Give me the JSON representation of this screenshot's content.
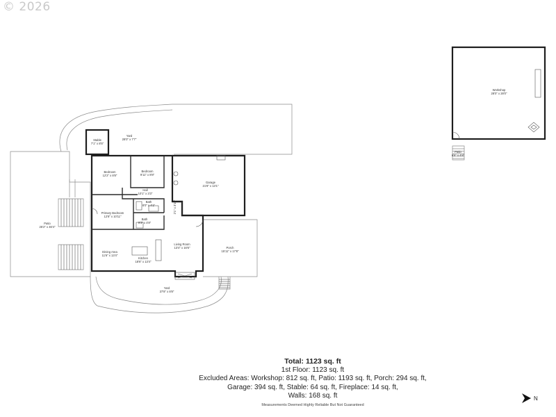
{
  "copyright": "© 2026",
  "rooms": [
    {
      "name": "Stable",
      "dims": "7'1\" x 8'5\""
    },
    {
      "name": "Yard",
      "dims": "28'0\" x 7'7\""
    },
    {
      "name": "Bedroom",
      "dims": "12'2\" x 8'8\""
    },
    {
      "name": "Bedroom",
      "dims": "9'11\" x 8'8\""
    },
    {
      "name": "Hall",
      "dims": "10'1\" x 3'3\""
    },
    {
      "name": "Garage",
      "dims": "21'8\" x 13'1\""
    },
    {
      "name": "Bath",
      "dims": "8'0\" x 4'1\""
    },
    {
      "name": "Primary Bedroom",
      "dims": "12'8\" x 10'11\""
    },
    {
      "name": "Bath",
      "dims": "9'3\" x 4'8\""
    },
    {
      "name": "Patio",
      "dims": "25'2\" x 46'4\""
    },
    {
      "name": "Dining Area",
      "dims": "11'6\" x 13'4\""
    },
    {
      "name": "Kitchen",
      "dims": "18'6\" x 13'4\""
    },
    {
      "name": "Living Room",
      "dims": "13'4\" x 16'6\""
    },
    {
      "name": "Porch",
      "dims": "15'11\" x 17'8\""
    },
    {
      "name": "Yard",
      "dims": "37'8\" x 8'8\""
    },
    {
      "name": "Workshop",
      "dims": "28'0\" x 28'0\""
    },
    {
      "name": "Patio",
      "dims": "6'5\" x 4'8\""
    }
  ],
  "closet_label": "2'1\" x 3'10\"",
  "summary": {
    "total": "Total: 1123 sq. ft",
    "floor": "1st Floor: 1123 sq. ft",
    "excluded_1": "Excluded Areas: Workshop: 812 sq. ft, Patio: 1193 sq. ft, Porch: 294 sq. ft,",
    "excluded_2": "Garage: 394 sq. ft, Stable: 64 sq. ft, Fireplace: 14 sq. ft,",
    "walls": "Walls: 168 sq. ft"
  },
  "disclaimer": "Measurements Deemed Highly Reliable But Not Guaranteed",
  "north": {
    "label": "N",
    "icon": "north-arrow-icon"
  },
  "colors": {
    "wall": "#222222",
    "thin_line": "#888888",
    "background": "#ffffff",
    "copyright": "#c9c9c9"
  }
}
